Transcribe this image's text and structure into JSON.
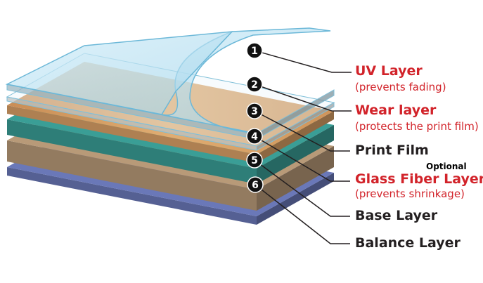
{
  "layers": [
    {
      "number": "1",
      "title": "UV Layer",
      "subtitle": "(prevents fading)",
      "color": "#bfe3f2"
    },
    {
      "number": "2",
      "title": "Wear layer",
      "subtitle": "(protects the print film)",
      "color": "#e8f4f8"
    },
    {
      "number": "3",
      "title": "Print Film",
      "color": "#d9a066"
    },
    {
      "number": "4",
      "title": "Glass Fiber Layer",
      "subtitle": "(prevents shrinkage)",
      "note": "Optional",
      "color": "#3a9e96"
    },
    {
      "number": "5",
      "title": "Base Layer",
      "color": "#b89a78"
    },
    {
      "number": "6",
      "title": "Balance Layer",
      "color": "#6a78b8"
    }
  ],
  "colors": {
    "highlight": "#d2232a",
    "text": "#231f20"
  }
}
